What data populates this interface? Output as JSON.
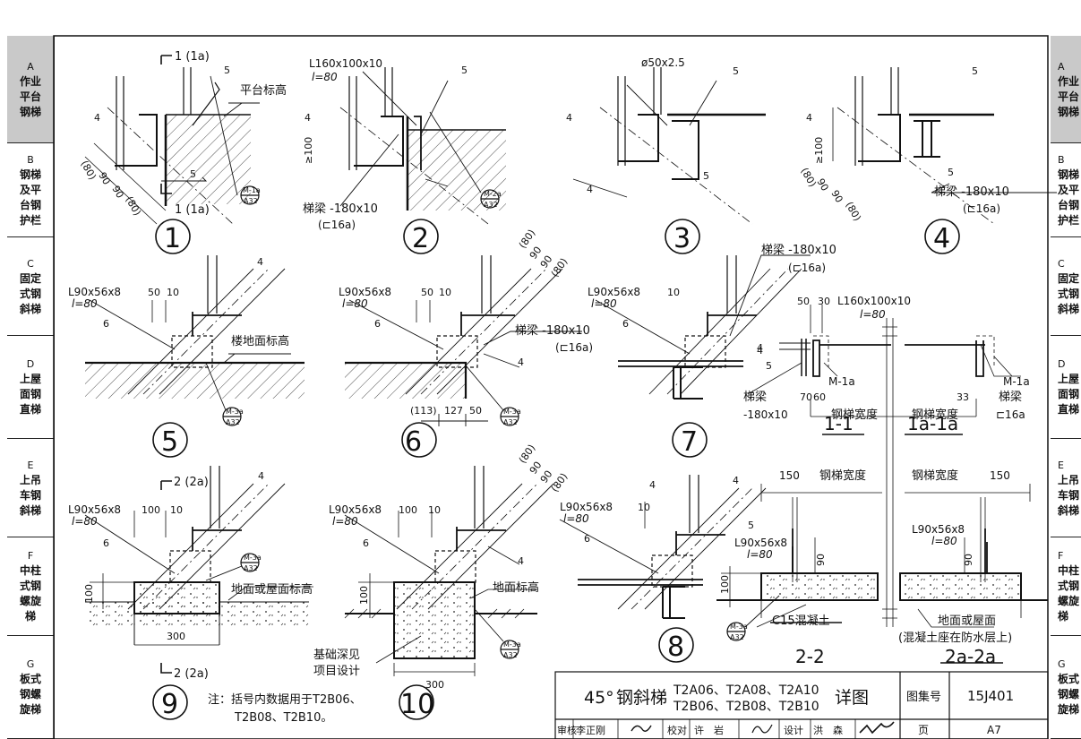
{
  "left_tabs": [
    {
      "letter": "A",
      "lines": [
        "作业",
        "平台",
        "钢梯"
      ],
      "active": true
    },
    {
      "letter": "B",
      "lines": [
        "钢梯",
        "及平",
        "台钢",
        "护栏"
      ],
      "active": false
    },
    {
      "letter": "C",
      "lines": [
        "固定",
        "式钢",
        "斜梯"
      ],
      "active": false
    },
    {
      "letter": "D",
      "lines": [
        "上屋",
        "面钢",
        "直梯"
      ],
      "active": false
    },
    {
      "letter": "E",
      "lines": [
        "上吊",
        "车钢",
        "斜梯"
      ],
      "active": false
    },
    {
      "letter": "F",
      "lines": [
        "中柱",
        "式钢",
        "螺旋",
        "梯"
      ],
      "active": false
    },
    {
      "letter": "G",
      "lines": [
        "板式",
        "钢螺",
        "旋梯"
      ],
      "active": false
    }
  ],
  "details": {
    "d1": {
      "num": "1",
      "cut_top": "1 (1a)",
      "cut_bottom": "1 (1a)",
      "platform": "平台标高",
      "weld_size": "5",
      "weld4": "4",
      "dims": [
        "(80)",
        "90",
        "90",
        "(80)"
      ],
      "ref_top": "M-1a",
      "ref_bot": "A32"
    },
    "d2": {
      "num": "2",
      "angle": "L160x100x10",
      "len": "l=80",
      "beam": "梯梁 -180x10",
      "channel": "(⊏16a)",
      "gap": "≥100",
      "ref_top": "M-2a",
      "ref_bot": "A32",
      "w5": "5",
      "w4": "4"
    },
    "d3": {
      "num": "3",
      "pipe": "ø50x2.5",
      "w5": "5",
      "w4": "4"
    },
    "d4": {
      "num": "4",
      "beam": "梯梁 -180x10",
      "channel": "(⊏16a)",
      "gap": "≥100",
      "dims": [
        "(80)",
        "90",
        "90",
        "(80)"
      ],
      "w5": "5",
      "w4": "4"
    },
    "d5": {
      "num": "5",
      "angle": "L90x56x8",
      "len": "l=80",
      "d50": "50",
      "d10": "10",
      "floor": "楼地面标高",
      "w6": "6",
      "w4": "4",
      "ref_top": "M-3a",
      "ref_bot": "A32"
    },
    "d6": {
      "num": "6",
      "angle": "L90x56x8",
      "len": "l=80",
      "d50": "50",
      "d10": "10",
      "beam": "梯梁 -180x10",
      "channel": "(⊏16a)",
      "dims_top": [
        "(80)",
        "90",
        "90",
        "(80)"
      ],
      "dims_bot": [
        "(113)",
        "127",
        "50"
      ],
      "w6": "6",
      "w4": "4",
      "ref_top": "M-3a",
      "ref_bot": "A32"
    },
    "d7": {
      "num": "7",
      "angle": "L90x56x8",
      "len": "l=80",
      "d10": "10",
      "beam": "梯梁 -180x10",
      "channel": "(⊏16a)",
      "w6": "6",
      "w4": "4"
    },
    "d8": {
      "num": "8",
      "angle": "L90x56x8",
      "len": "l=80",
      "d10": "10",
      "w6": "6",
      "w4": "4"
    },
    "d9": {
      "num": "9",
      "cut_top": "2 (2a)",
      "cut_bottom": "2 (2a)",
      "angle": "L90x56x8",
      "len": "l=80",
      "d100": "100",
      "d10": "10",
      "h100": "100",
      "w300": "300",
      "ground": "地面或屋面标高",
      "w6": "6",
      "w4": "4",
      "ref_top": "M-3a",
      "ref_bot": "A32"
    },
    "d10": {
      "num": "10",
      "angle": "L90x56x8",
      "len": "l=80",
      "d100": "100",
      "d10": "10",
      "h100": "100",
      "w300": "300",
      "ground": "地面标高",
      "found1": "基础深见",
      "found2": "项目设计",
      "dims_top": [
        "(80)",
        "90",
        "90",
        "(80)"
      ],
      "w6": "6",
      "w4": "4",
      "ref_top": "M-3a",
      "ref_bot": "A32"
    }
  },
  "sections": {
    "s11": {
      "title": "1-1",
      "d50": "50",
      "d30": "30",
      "angle": "L160x100x10",
      "len": "l=80",
      "ref": "M-1a",
      "beam": "梯梁",
      "beam2": "-180x10",
      "d70": "70",
      "d60": "60",
      "width": "钢梯宽度",
      "w4": "4",
      "w5": "5"
    },
    "s11a": {
      "title": "1a-1a",
      "d33": "33",
      "ref": "M-1a",
      "beam": "梯梁",
      "channel": "⊏16a",
      "width": "钢梯宽度"
    },
    "s22": {
      "title": "2-2",
      "d150": "150",
      "width": "钢梯宽度",
      "angle": "L90x56x8",
      "len": "l=80",
      "d90": "90",
      "d100": "100",
      "conc": "C15混凝土",
      "w5": "5",
      "ref_top": "M-3a",
      "ref_bot": "A32"
    },
    "s22a": {
      "title": "2a-2a",
      "width": "钢梯宽度",
      "d150": "150",
      "angle": "L90x56x8",
      "len": "l=80",
      "d90": "90",
      "ground1": "地面或屋面",
      "ground2": "(混凝土座在防水层上)"
    }
  },
  "note": {
    "line1": "注：括号内数据用于T2B06、",
    "line2": "T2B08、T2B10。"
  },
  "title_block": {
    "angle": "45°",
    "name": "钢斜梯",
    "models_1": "T2A06、T2A08、T2A10",
    "models_2": "T2B06、T2B08、T2B10",
    "suffix": "详图",
    "atlas_label": "图集号",
    "atlas_no": "15J401",
    "page_label": "页",
    "page_no": "A7",
    "review_label": "审核",
    "reviewer": "李正刚",
    "check_label": "校对",
    "checker": "许　岩",
    "design_label": "设计",
    "designer": "洪　森"
  }
}
